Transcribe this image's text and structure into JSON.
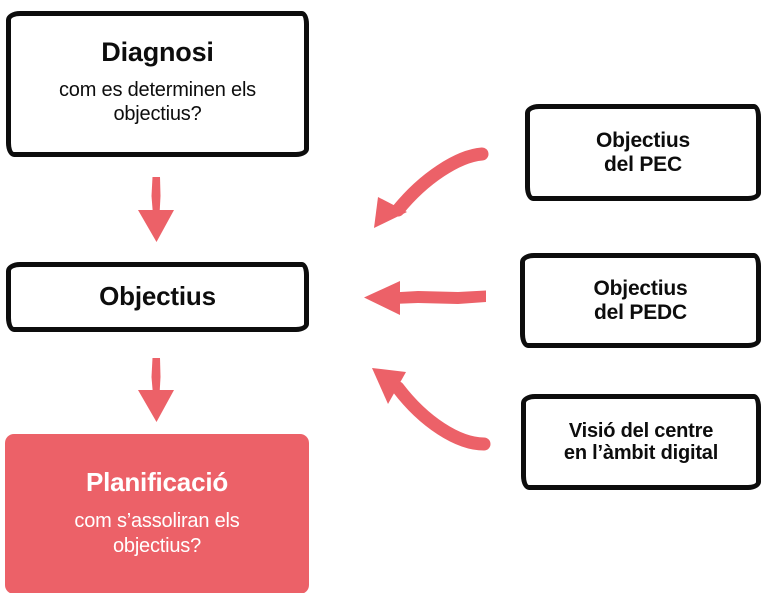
{
  "diagram": {
    "type": "flow-diagram",
    "language": "ca",
    "colors": {
      "accent": "#ec6168",
      "outline": "#0d0d0d",
      "background": "#ffffff",
      "filled_text": "#ffffff"
    },
    "nodes": {
      "diagnosi": {
        "title": "Diagnosi",
        "subtitle_line1": "com es determinen els",
        "subtitle_line2": "objectius?",
        "style": "outline"
      },
      "objectius": {
        "title": "Objectius",
        "style": "outline"
      },
      "planificacio": {
        "title": "Planificació",
        "subtitle_line1": "com s’assoliran els",
        "subtitle_line2": "objectius?",
        "style": "filled"
      },
      "pec": {
        "title_line1": "Objectius",
        "title_line2": "del PEC",
        "style": "outline"
      },
      "pedc": {
        "title_line1": "Objectius",
        "title_line2": "del PEDC",
        "style": "outline"
      },
      "visio": {
        "title_line1": "Visió del centre",
        "title_line2": "en l’àmbit digital",
        "style": "outline"
      }
    },
    "arrows": [
      {
        "id": "diagnosi-objectius",
        "from": "diagnosi",
        "to": "objectius",
        "shape": "straight-down",
        "color": "#ec6168"
      },
      {
        "id": "objectius-planificacio",
        "from": "objectius",
        "to": "planificacio",
        "shape": "straight-down",
        "color": "#ec6168"
      },
      {
        "id": "pec-objectius",
        "from": "pec",
        "to": "objectius",
        "shape": "curved-down-left",
        "color": "#ec6168"
      },
      {
        "id": "pedc-objectius",
        "from": "pedc",
        "to": "objectius",
        "shape": "straight-left",
        "color": "#ec6168"
      },
      {
        "id": "visio-objectius",
        "from": "visio",
        "to": "objectius",
        "shape": "curved-up-left",
        "color": "#ec6168"
      }
    ]
  }
}
